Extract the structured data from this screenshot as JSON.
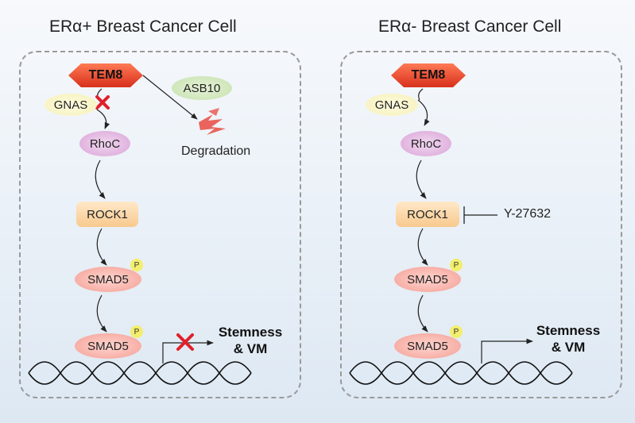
{
  "left_panel": {
    "title": "ERα+ Breast Cancer Cell",
    "tem8": "TEM8",
    "gnas": "GNAS",
    "rhoc": "RhoC",
    "asb10": "ASB10",
    "degradation": "Degradation",
    "rock1": "ROCK1",
    "smad5_a": "SMAD5",
    "smad5_b": "SMAD5",
    "phospho_a": "P",
    "phospho_b": "P",
    "outcome_line1": "Stemness",
    "outcome_line2": "& VM"
  },
  "right_panel": {
    "title": "ERα- Breast Cancer Cell",
    "tem8": "TEM8",
    "gnas": "GNAS",
    "rhoc": "RhoC",
    "rock1": "ROCK1",
    "inhibitor": "Y-27632",
    "smad5_a": "SMAD5",
    "smad5_b": "SMAD5",
    "phospho_a": "P",
    "phospho_b": "P",
    "outcome_line1": "Stemness",
    "outcome_line2": "& VM"
  },
  "colors": {
    "tem8": "#e8412a",
    "inhibition_cross": "#e0202a",
    "degradation_icon": "#e8544a"
  }
}
